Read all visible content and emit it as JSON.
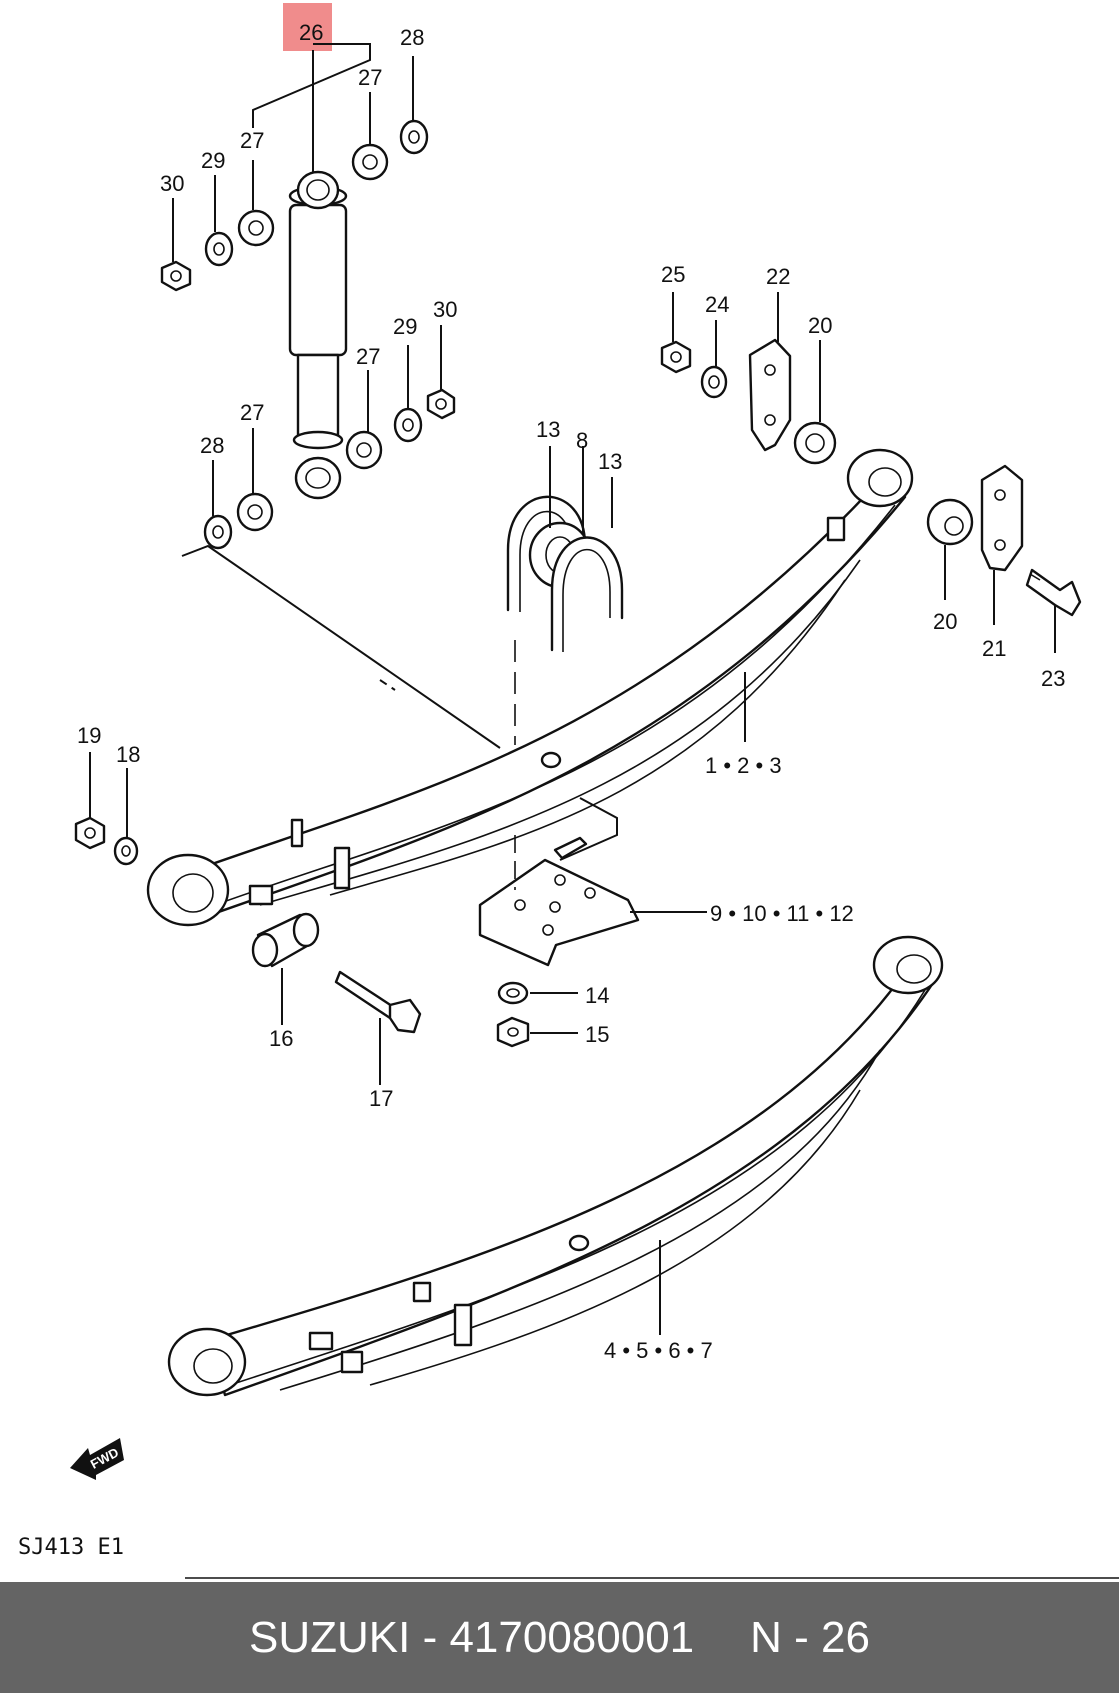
{
  "highlight_color": "#f08c8c",
  "footer_bg": "#646464",
  "callouts": {
    "c26": "26",
    "c27a": "27",
    "c27b": "27",
    "c27c": "27",
    "c27d": "27",
    "c28a": "28",
    "c28b": "28",
    "c29a": "29",
    "c29b": "29",
    "c30a": "30",
    "c30b": "30",
    "c25": "25",
    "c24": "24",
    "c22": "22",
    "c20a": "20",
    "c20b": "20",
    "c21": "21",
    "c23": "23",
    "c13a": "13",
    "c13b": "13",
    "c8": "8",
    "c123": "1 • 2 • 3",
    "c19": "19",
    "c18": "18",
    "c9_12": "9 • 10 • 11 • 12",
    "c14": "14",
    "c15": "15",
    "c16": "16",
    "c17": "17",
    "c4_7": "4 • 5 • 6 • 7"
  },
  "direction_label": "FWD",
  "diagram_code": "SJ413 E1",
  "footer": {
    "brand": "SUZUKI - 4170080001",
    "page": "N - 26"
  }
}
